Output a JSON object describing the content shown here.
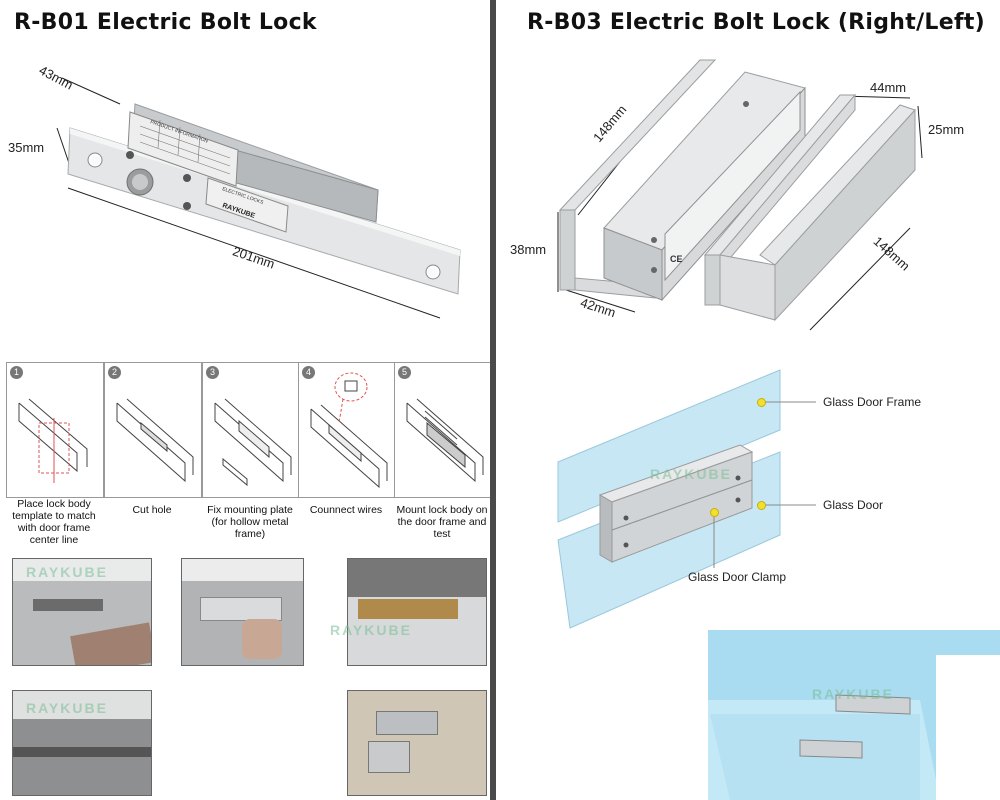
{
  "left_panel": {
    "title": "R-B01  Electric Bolt Lock",
    "dims": {
      "depth": "43mm",
      "height": "35mm",
      "length": "201mm"
    },
    "plate": {
      "header": "PRODUCT INFORMATION",
      "brand": "RAYKUBE",
      "line1": "ELECTRIC LOCKS"
    },
    "steps": [
      {
        "num": "1",
        "caption": "Place lock body template to match with door frame center line"
      },
      {
        "num": "2",
        "caption": "Cut hole"
      },
      {
        "num": "3",
        "caption": "Fix mounting plate (for hollow metal frame)"
      },
      {
        "num": "4",
        "caption": "Counnect wires"
      },
      {
        "num": "5",
        "caption": "Mount lock body on the door frame and test"
      }
    ],
    "watermark": "RAYKUBE"
  },
  "right_panel": {
    "title": "R-B03 Electric Bolt Lock (Right/Left)",
    "dims": {
      "lock_length": "148mm",
      "lock_height": "38mm",
      "lock_width": "42mm",
      "clamp_width": "44mm",
      "clamp_height": "25mm",
      "clamp_length": "148mm"
    },
    "labels": {
      "frame": "Glass Door Frame",
      "door": "Glass Door",
      "clamp": "Glass Door Clamp"
    },
    "watermark": "RAYKUBE",
    "ce_mark": "CE"
  },
  "colors": {
    "divider": "#4a4a4a",
    "glass": "#a9dcf0",
    "metal": "#d3d6d8",
    "callout_dot": "#f2e030"
  }
}
